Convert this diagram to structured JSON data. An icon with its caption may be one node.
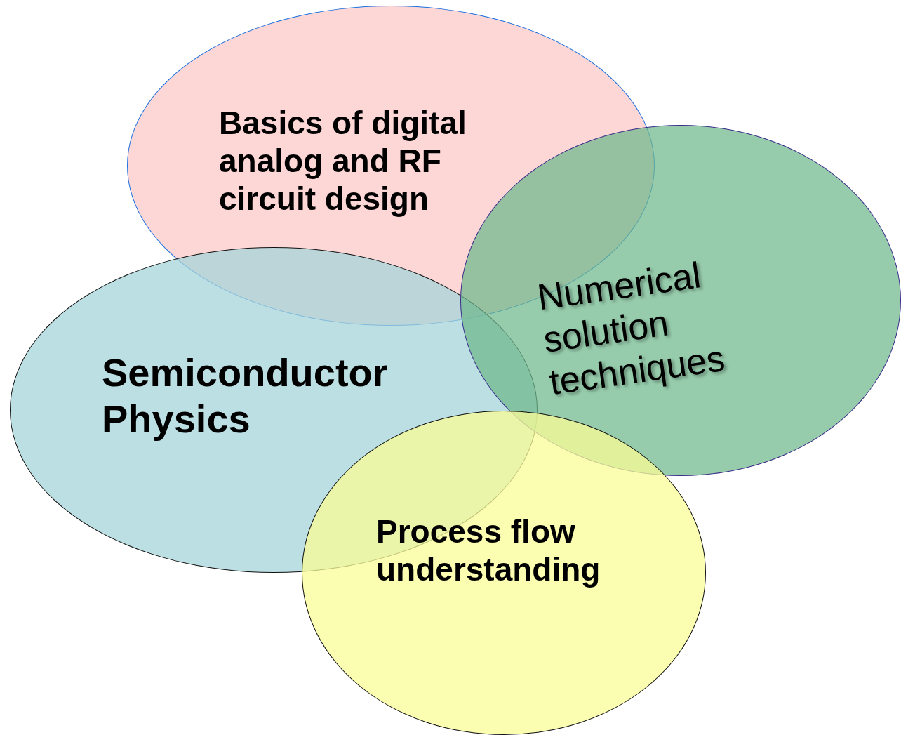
{
  "diagram": {
    "nodes": [
      {
        "text": [
          "Basics of digital analog and RF circuit design"
        ]
      },
      {
        "text": [
          "Semiconductor Physics"
        ]
      },
      {
        "text": [
          "Numerical solution techniques"
        ]
      },
      {
        "text": [
          "Process flow understanding"
        ]
      }
    ]
  }
}
